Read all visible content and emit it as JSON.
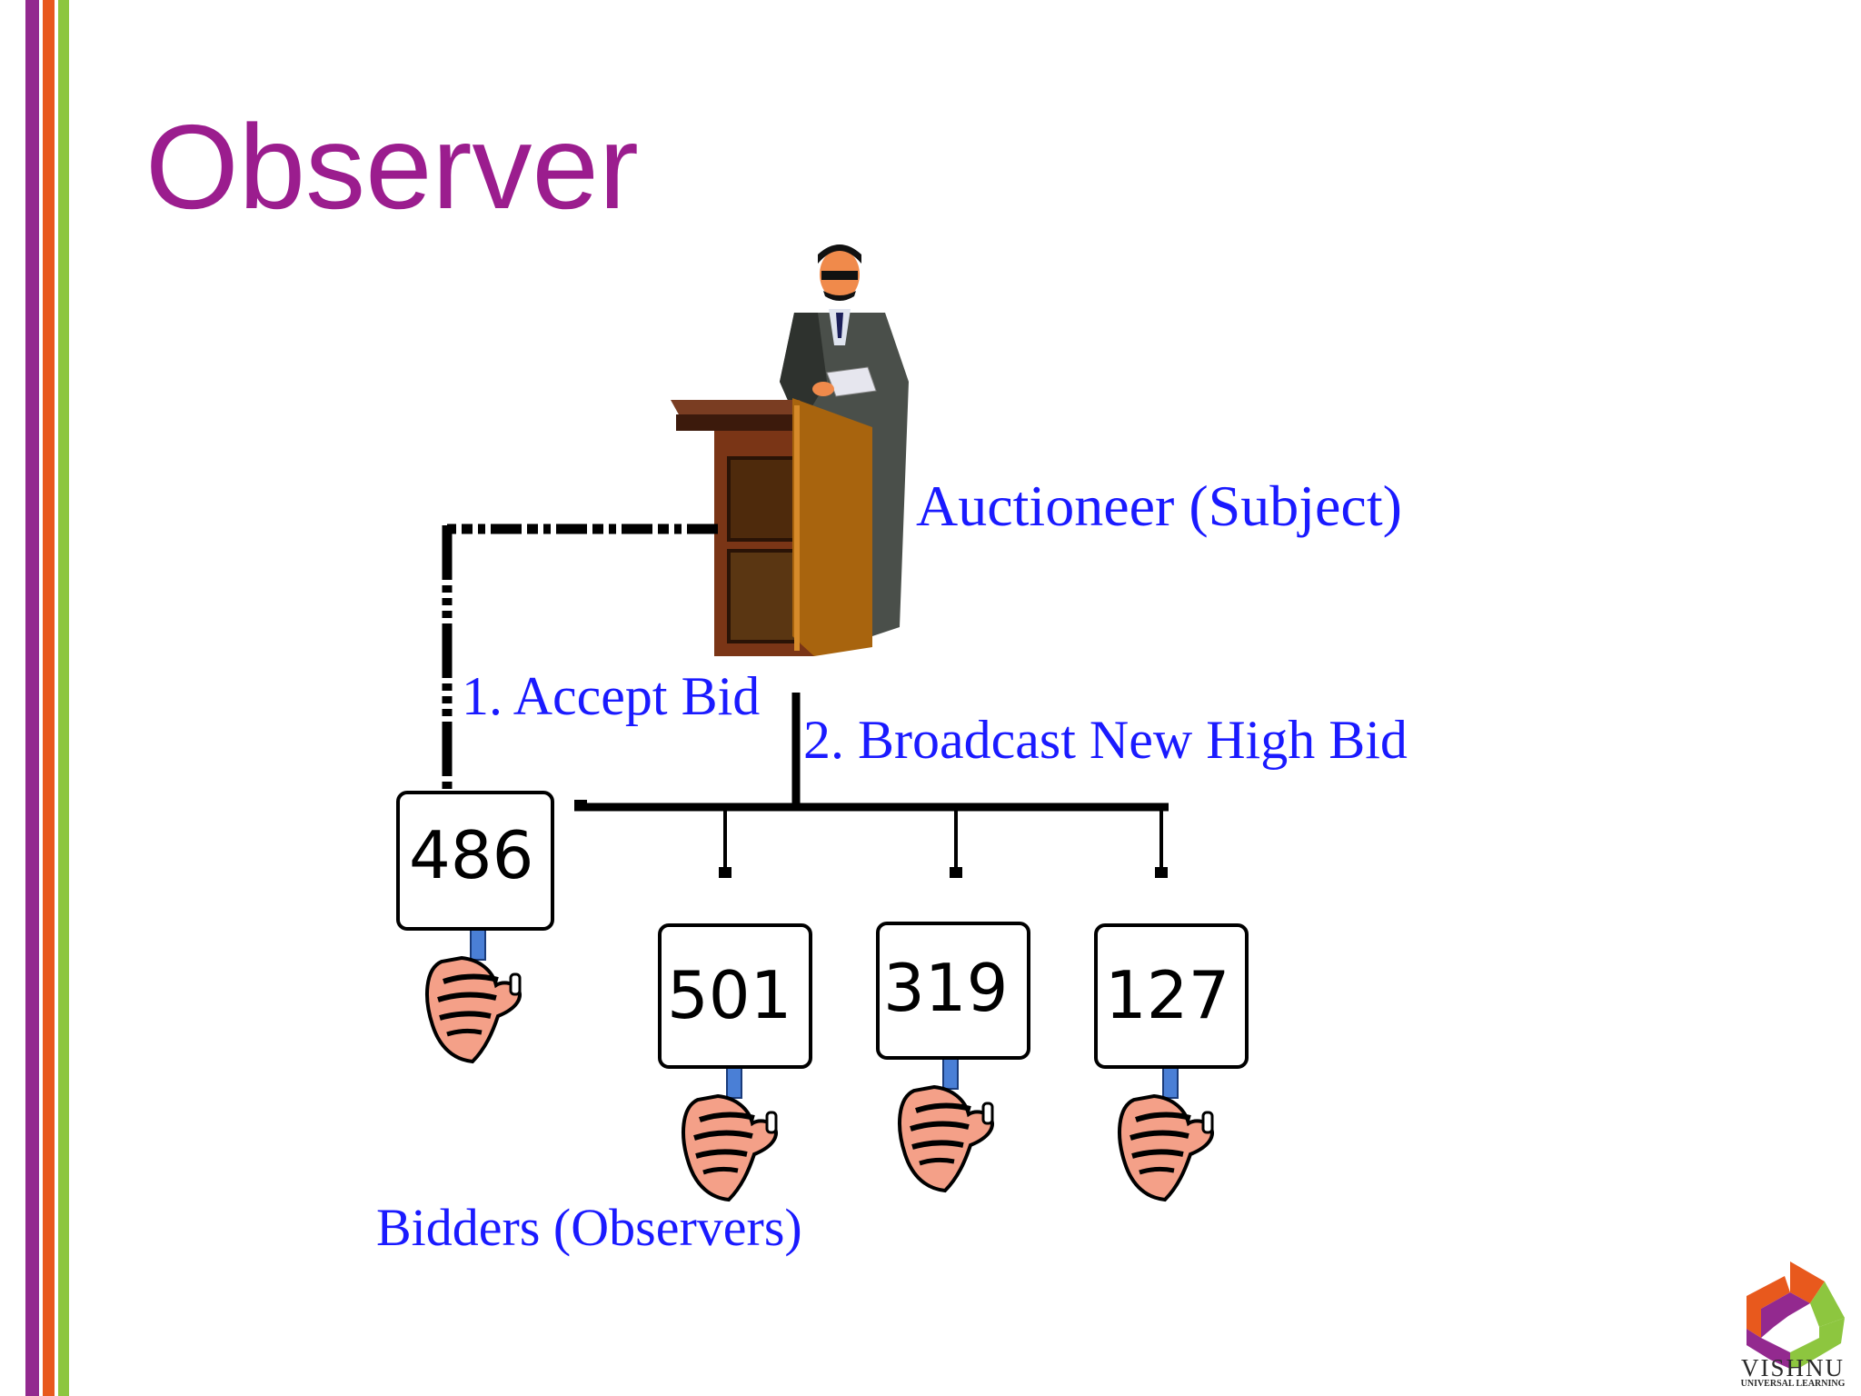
{
  "slide": {
    "title": "Observer"
  },
  "diagram": {
    "subject_label": "Auctioneer (Subject)",
    "step1_label": "1. Accept Bid",
    "step2_label": "2. Broadcast New High Bid",
    "observers_label": "Bidders (Observers)",
    "bidders": [
      {
        "number": "486"
      },
      {
        "number": "501"
      },
      {
        "number": "319"
      },
      {
        "number": "127"
      }
    ]
  },
  "branding": {
    "logo_name": "VISHNU",
    "logo_subtitle": "UNIVERSAL LEARNING"
  },
  "colors": {
    "title": "#9b1d8e",
    "labels": "#1a1aff",
    "stripe_purple": "#93298f",
    "stripe_orange": "#e8591d",
    "stripe_green": "#8dc63f"
  }
}
